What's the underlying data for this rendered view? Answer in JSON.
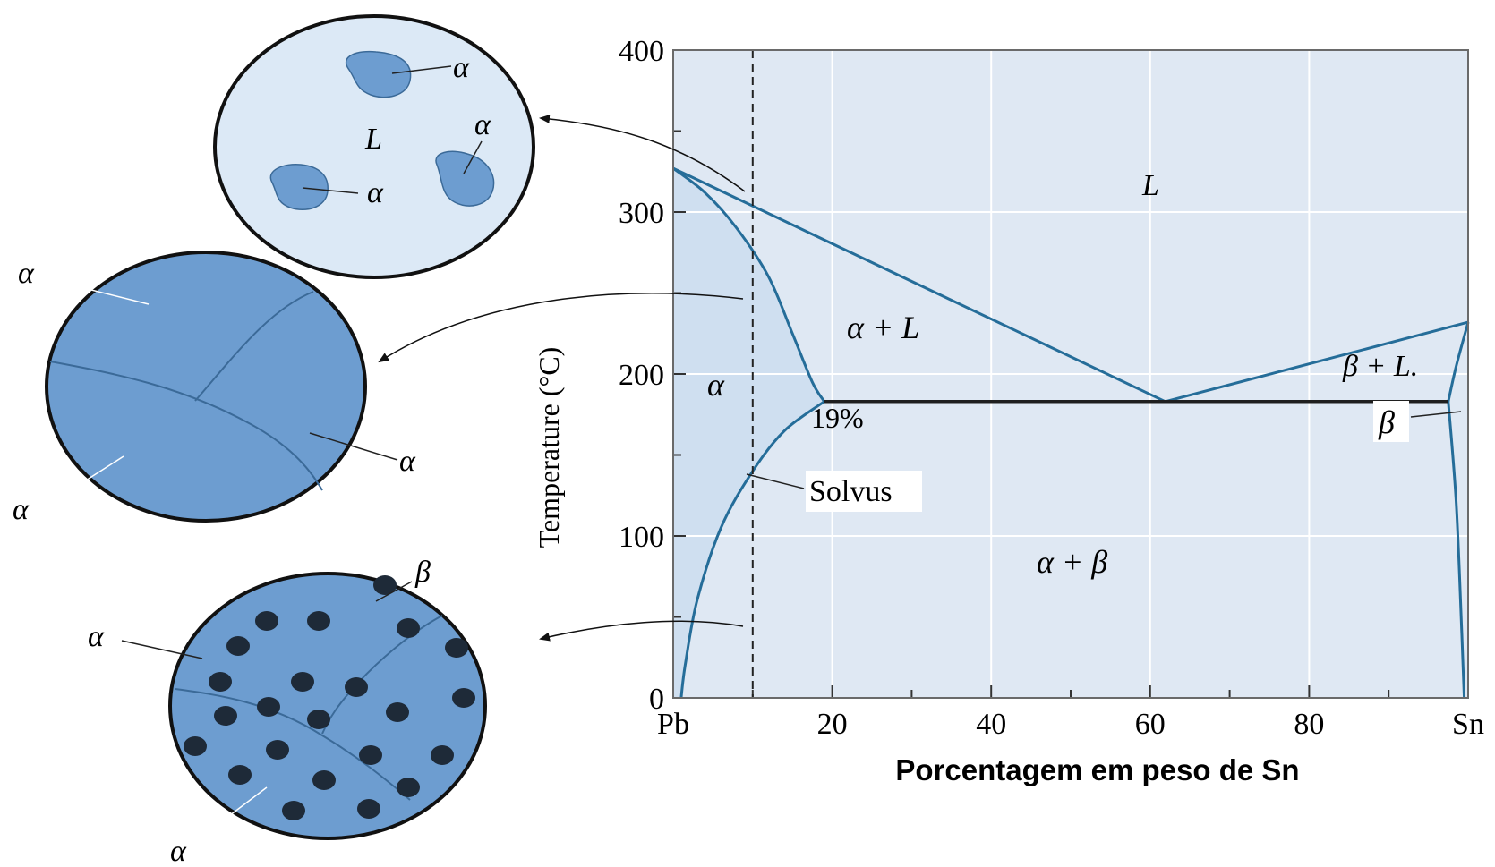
{
  "colors": {
    "plot_bg": "#dfe8f3",
    "alpha_region_bg": "#cfdff0",
    "grid": "#ffffff",
    "curve": "#256d99",
    "eutectic_line": "#1f1f1f",
    "micro_liquid": "#dce9f6",
    "micro_alpha": "#6d9dd0",
    "micro_alpha_dark": "#5f8fc4",
    "beta_particle": "#1e2a38",
    "outline": "#111111"
  },
  "chart_data": {
    "type": "phase_diagram",
    "ylabel": "Temperature (°C)",
    "xlabel": "Porcentagem em peso de Sn",
    "x_tick_labels": [
      "Pb",
      "20",
      "40",
      "60",
      "80",
      "Sn"
    ],
    "x_tick_values": [
      0,
      20,
      40,
      60,
      80,
      100
    ],
    "y_tick_labels": [
      "0",
      "100",
      "200",
      "300",
      "400"
    ],
    "y_tick_values": [
      0,
      100,
      200,
      300,
      400
    ],
    "xlim": [
      0,
      100
    ],
    "ylim": [
      0,
      400
    ],
    "composition_line_x": 10,
    "eutectic_temperature": 183,
    "eutectic_composition": 61.9,
    "liquidus_left": [
      [
        0,
        327
      ],
      [
        61.9,
        183
      ]
    ],
    "liquidus_right": [
      [
        61.9,
        183
      ],
      [
        100,
        232
      ]
    ],
    "solidus_left": [
      [
        0,
        327
      ],
      [
        4,
        312
      ],
      [
        8,
        290
      ],
      [
        12,
        260
      ],
      [
        15,
        225
      ],
      [
        17.5,
        195
      ],
      [
        19,
        183
      ]
    ],
    "solvus_left": [
      [
        19,
        183
      ],
      [
        14,
        165
      ],
      [
        10,
        140
      ],
      [
        6,
        105
      ],
      [
        3,
        60
      ],
      [
        1.5,
        20
      ],
      [
        1,
        0
      ]
    ],
    "solidus_right": [
      [
        97.5,
        183
      ],
      [
        98.5,
        205
      ],
      [
        100,
        232
      ]
    ],
    "solvus_right": [
      [
        97.5,
        183
      ],
      [
        98.5,
        120
      ],
      [
        99.2,
        40
      ],
      [
        99.5,
        0
      ]
    ],
    "region_labels": {
      "liquid": "L",
      "alpha_plus_liquid": "α + L",
      "alpha": "α",
      "beta_plus_liquid": "β + L.",
      "beta": "β",
      "alpha_plus_beta": "α + β",
      "eutectic_percent": "19%",
      "solvus": "Solvus"
    }
  },
  "microstructures": {
    "top": {
      "liquid_label": "L",
      "alpha_labels": [
        "α",
        "α",
        "α"
      ]
    },
    "middle": {
      "alpha_labels": [
        "α",
        "α",
        "α"
      ]
    },
    "bottom": {
      "alpha_labels": [
        "α",
        "α"
      ],
      "beta_label": "β"
    }
  }
}
